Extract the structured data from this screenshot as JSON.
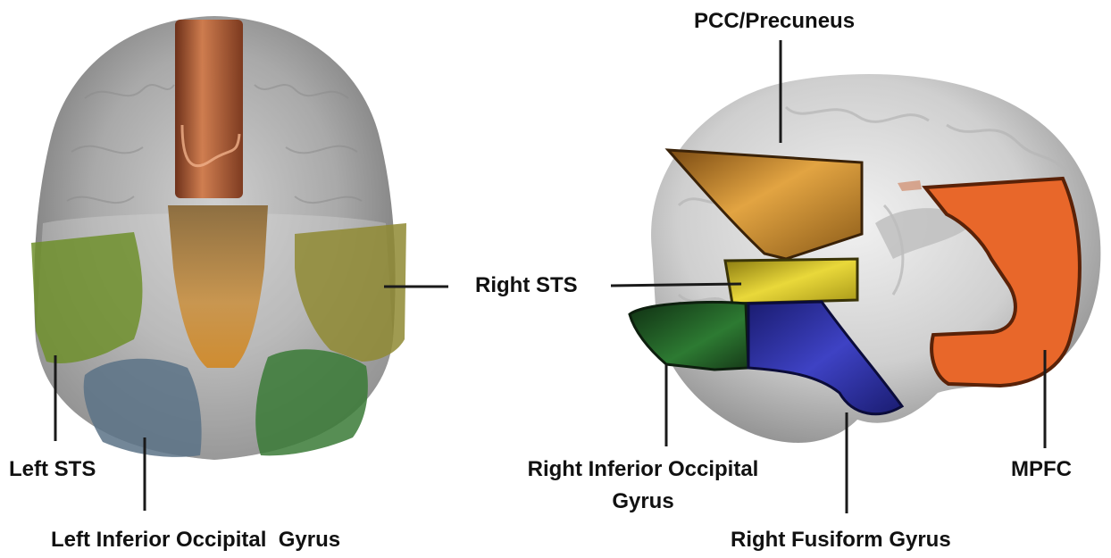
{
  "labels": {
    "pcc_precuneus": "PCC/Precuneus",
    "right_sts": "Right STS",
    "left_sts": "Left STS",
    "left_iog": "Left Inferior Occipital  Gyrus",
    "right_iog_line1": "Right Inferior Occipital",
    "right_iog_line2": "Gyrus",
    "right_fusiform": "Right Fusiform Gyrus",
    "mpfc": "MPFC"
  },
  "colors": {
    "brain_gray": "#9c9c9c",
    "pcc": "#c98a2c",
    "sts": "#c7b92a",
    "mpfc": "#e8672a",
    "fusiform": "#2b2e9c",
    "iog_right": "#1f5a24",
    "iog_left": "#5b7286",
    "left_sts": "#6f8f2c",
    "right_sts_axial": "#8f8a32",
    "axial_stripe": "#b85a2e",
    "axial_center": "#c08a3a",
    "leader_line": "#1a1a1a",
    "text": "#111111"
  }
}
